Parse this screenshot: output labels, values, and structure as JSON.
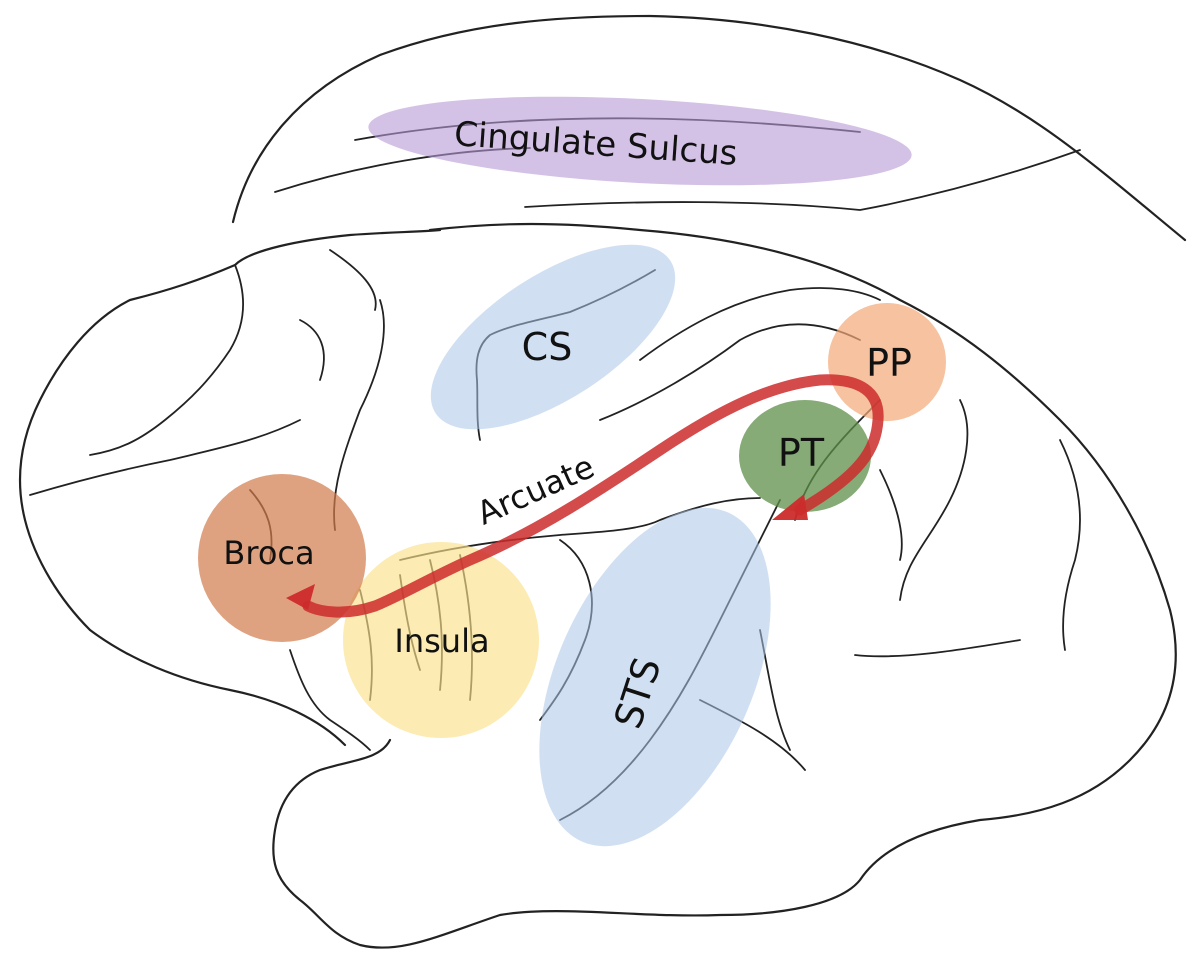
{
  "regions": {
    "cingulate": {
      "label": "Cingulate Sulcus",
      "color": "#b89ad6"
    },
    "cs": {
      "label": "CS",
      "color": "#a9c6e8"
    },
    "pp": {
      "label": "PP",
      "color": "#f2a877"
    },
    "pt": {
      "label": "PT",
      "color": "#5e8f4a"
    },
    "broca": {
      "label": "Broca",
      "color": "#d27a4c"
    },
    "insula": {
      "label": "Insula",
      "color": "#fbe08a"
    },
    "sts": {
      "label": "STS",
      "color": "#a9c6e8"
    }
  },
  "pathway": {
    "label": "Arcuate",
    "color": "#cc2b2b"
  }
}
